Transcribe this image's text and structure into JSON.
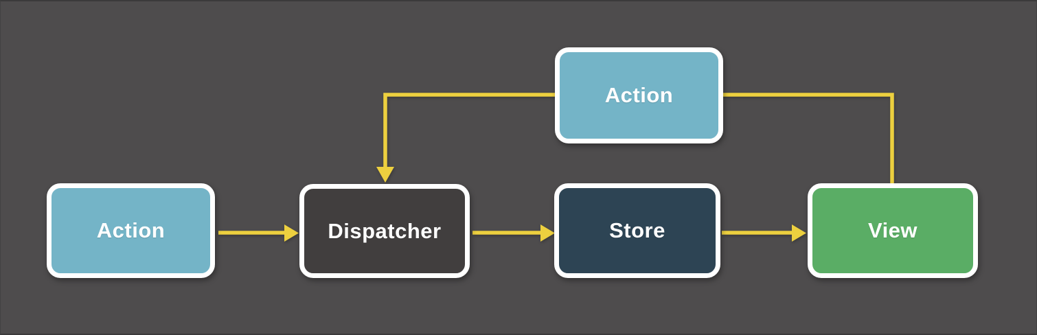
{
  "colors": {
    "background": "#4e4c4d",
    "accent": "#edd03f",
    "node_border": "#ffffff",
    "label_text": "#ffffff"
  },
  "nodes": [
    {
      "id": "action-top",
      "label": "Action",
      "fill": "#74b4c7"
    },
    {
      "id": "action-left",
      "label": "Action",
      "fill": "#74b4c7"
    },
    {
      "id": "dispatcher",
      "label": "Dispatcher",
      "fill": "#413e3e"
    },
    {
      "id": "store",
      "label": "Store",
      "fill": "#2d4454"
    },
    {
      "id": "view",
      "label": "View",
      "fill": "#5aad65"
    }
  ],
  "edges": [
    {
      "from": "action-left",
      "to": "dispatcher",
      "arrowhead": true,
      "shape": "straight-right"
    },
    {
      "from": "dispatcher",
      "to": "store",
      "arrowhead": true,
      "shape": "straight-right"
    },
    {
      "from": "store",
      "to": "view",
      "arrowhead": true,
      "shape": "straight-right"
    },
    {
      "from": "view",
      "to": "action-top",
      "arrowhead": false,
      "shape": "up-then-left"
    },
    {
      "from": "action-top",
      "to": "dispatcher",
      "arrowhead": true,
      "shape": "left-then-down"
    }
  ]
}
